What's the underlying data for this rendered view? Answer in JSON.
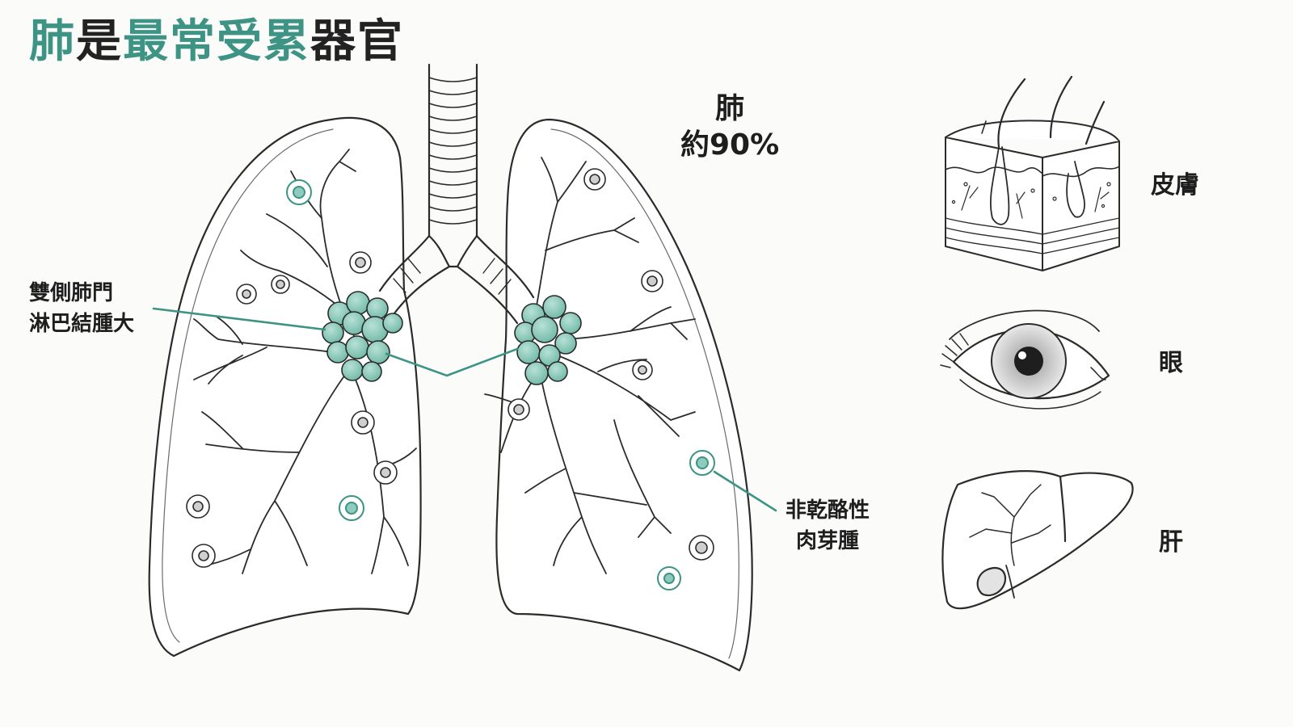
{
  "title": {
    "part1": "肺",
    "part2": "是",
    "part3": "最常受累",
    "part4": "器官"
  },
  "labels": {
    "hilar_line1": "雙側肺門",
    "hilar_line2": "淋巴結腫大",
    "lung_name": "肺",
    "lung_pct": "約90%",
    "granuloma_line1": "非乾酪性",
    "granuloma_line2": "肉芽腫",
    "skin": "皮膚",
    "eye": "眼",
    "liver": "肝"
  },
  "colors": {
    "accent": "#3d9484",
    "accent_fill": "#8ccbbd",
    "ink": "#2b2b2b",
    "background": "#fbfbfa"
  }
}
